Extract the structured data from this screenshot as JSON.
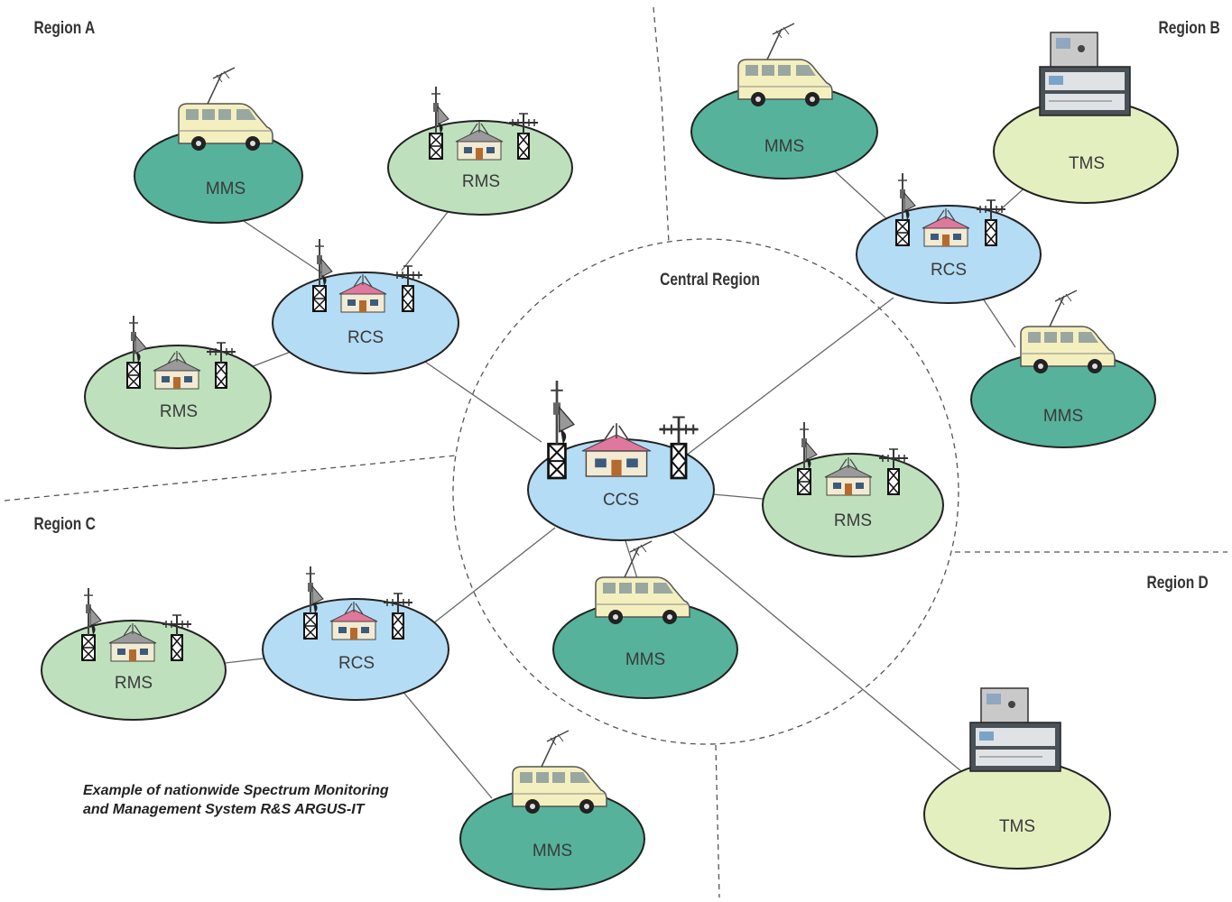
{
  "regions": {
    "a": "Region A",
    "b": "Region B",
    "c": "Region C",
    "d": "Region D",
    "central": "Central Region"
  },
  "node_types": {
    "mms": "MMS",
    "rms": "RMS",
    "rcs": "RCS",
    "tms": "TMS",
    "ccs": "CCS"
  },
  "caption": {
    "line1": "Example of nationwide Spectrum Monitoring",
    "line2": "and Management System R&S ARGUS-IT"
  },
  "colors": {
    "mms": "#56b29b",
    "rms": "#bfe0bd",
    "rcs": "#b4dcf4",
    "tms": "#e4efbf",
    "ccs": "#b4dcf4",
    "van": "#f4efbe",
    "roof_rcs": "#e0779c",
    "roof_rms": "#9a9a9a"
  }
}
